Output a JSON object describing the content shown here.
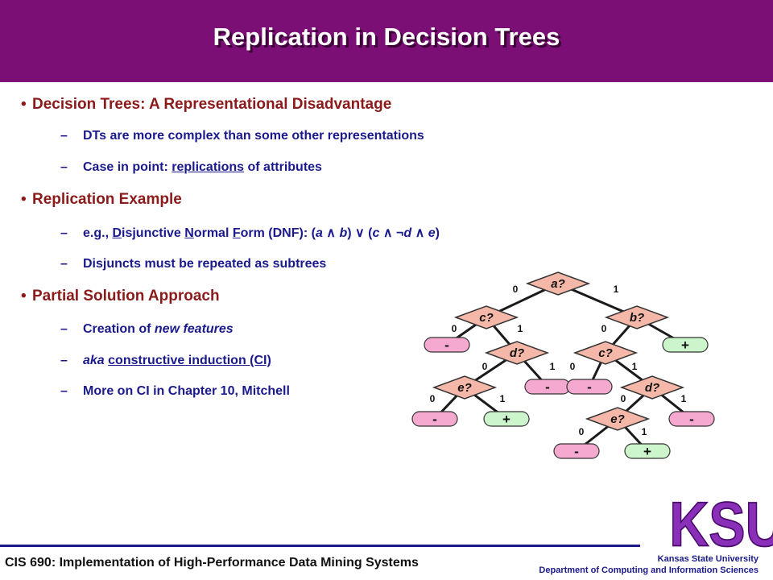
{
  "title": "Replication in Decision Trees",
  "bullets": [
    {
      "text": "Decision Trees: A Representational Disadvantage"
    },
    {
      "text": "DTs are more complex than some other representations"
    },
    {
      "text_pre": "Case in point: ",
      "text_u": "replications",
      "text_post": " of attributes"
    },
    {
      "text": "Replication Example"
    },
    {
      "eg_pre": "e.g., ",
      "D": "D",
      "isjunctive": "isjunctive ",
      "N": "N",
      "ormal": "ormal ",
      "F": "F",
      "orm": "orm (DNF):  (",
      "a": "a",
      "and": " ∧ ",
      "b": "b",
      "close1": ")  ∨ (",
      "c": "c",
      "and2": " ∧ ",
      "notd": "¬d",
      "and3": " ∧ ",
      "e": "e",
      "close2": ")"
    },
    {
      "text": "Disjuncts must be repeated as subtrees"
    },
    {
      "text": "Partial Solution Approach"
    },
    {
      "pre": "Creation of ",
      "ital": "new features"
    },
    {
      "ital": "aka",
      "mid": " ",
      "u": "constructive induction (CI)"
    },
    {
      "text": "More on CI in Chapter 10, Mitchell"
    }
  ],
  "footer": {
    "course": "CIS 690: Implementation of High-Performance Data Mining Systems",
    "university": "Kansas State University",
    "department": "Department of Computing and Information Sciences",
    "logo_text": "KSU"
  },
  "tree": {
    "node_color": "#f5b8a8",
    "leaf_neg_color": "#f5a8d0",
    "leaf_pos_color": "#ccf5cc",
    "nodes": [
      {
        "id": "a",
        "label": "a?"
      },
      {
        "id": "c1",
        "label": "c?"
      },
      {
        "id": "b",
        "label": "b?"
      },
      {
        "id": "d1",
        "label": "d?"
      },
      {
        "id": "c2",
        "label": "c?"
      },
      {
        "id": "e1",
        "label": "e?"
      },
      {
        "id": "d2",
        "label": "d?"
      },
      {
        "id": "e2",
        "label": "e?"
      }
    ],
    "leaves": [
      {
        "id": "l1",
        "label": "-",
        "kind": "neg"
      },
      {
        "id": "l2",
        "label": "+",
        "kind": "pos"
      },
      {
        "id": "l3",
        "label": "-",
        "kind": "neg"
      },
      {
        "id": "l4",
        "label": "-",
        "kind": "neg"
      },
      {
        "id": "l5",
        "label": "-",
        "kind": "neg"
      },
      {
        "id": "l6",
        "label": "+",
        "kind": "pos"
      },
      {
        "id": "l7",
        "label": "-",
        "kind": "neg"
      },
      {
        "id": "l8",
        "label": "-",
        "kind": "neg"
      },
      {
        "id": "l9",
        "label": "+",
        "kind": "pos"
      }
    ],
    "branch_labels": [
      "0",
      "1",
      "0",
      "1",
      "0",
      "0",
      "1",
      "0",
      "1",
      "0",
      "1",
      "0",
      "1",
      "0",
      "1"
    ]
  }
}
